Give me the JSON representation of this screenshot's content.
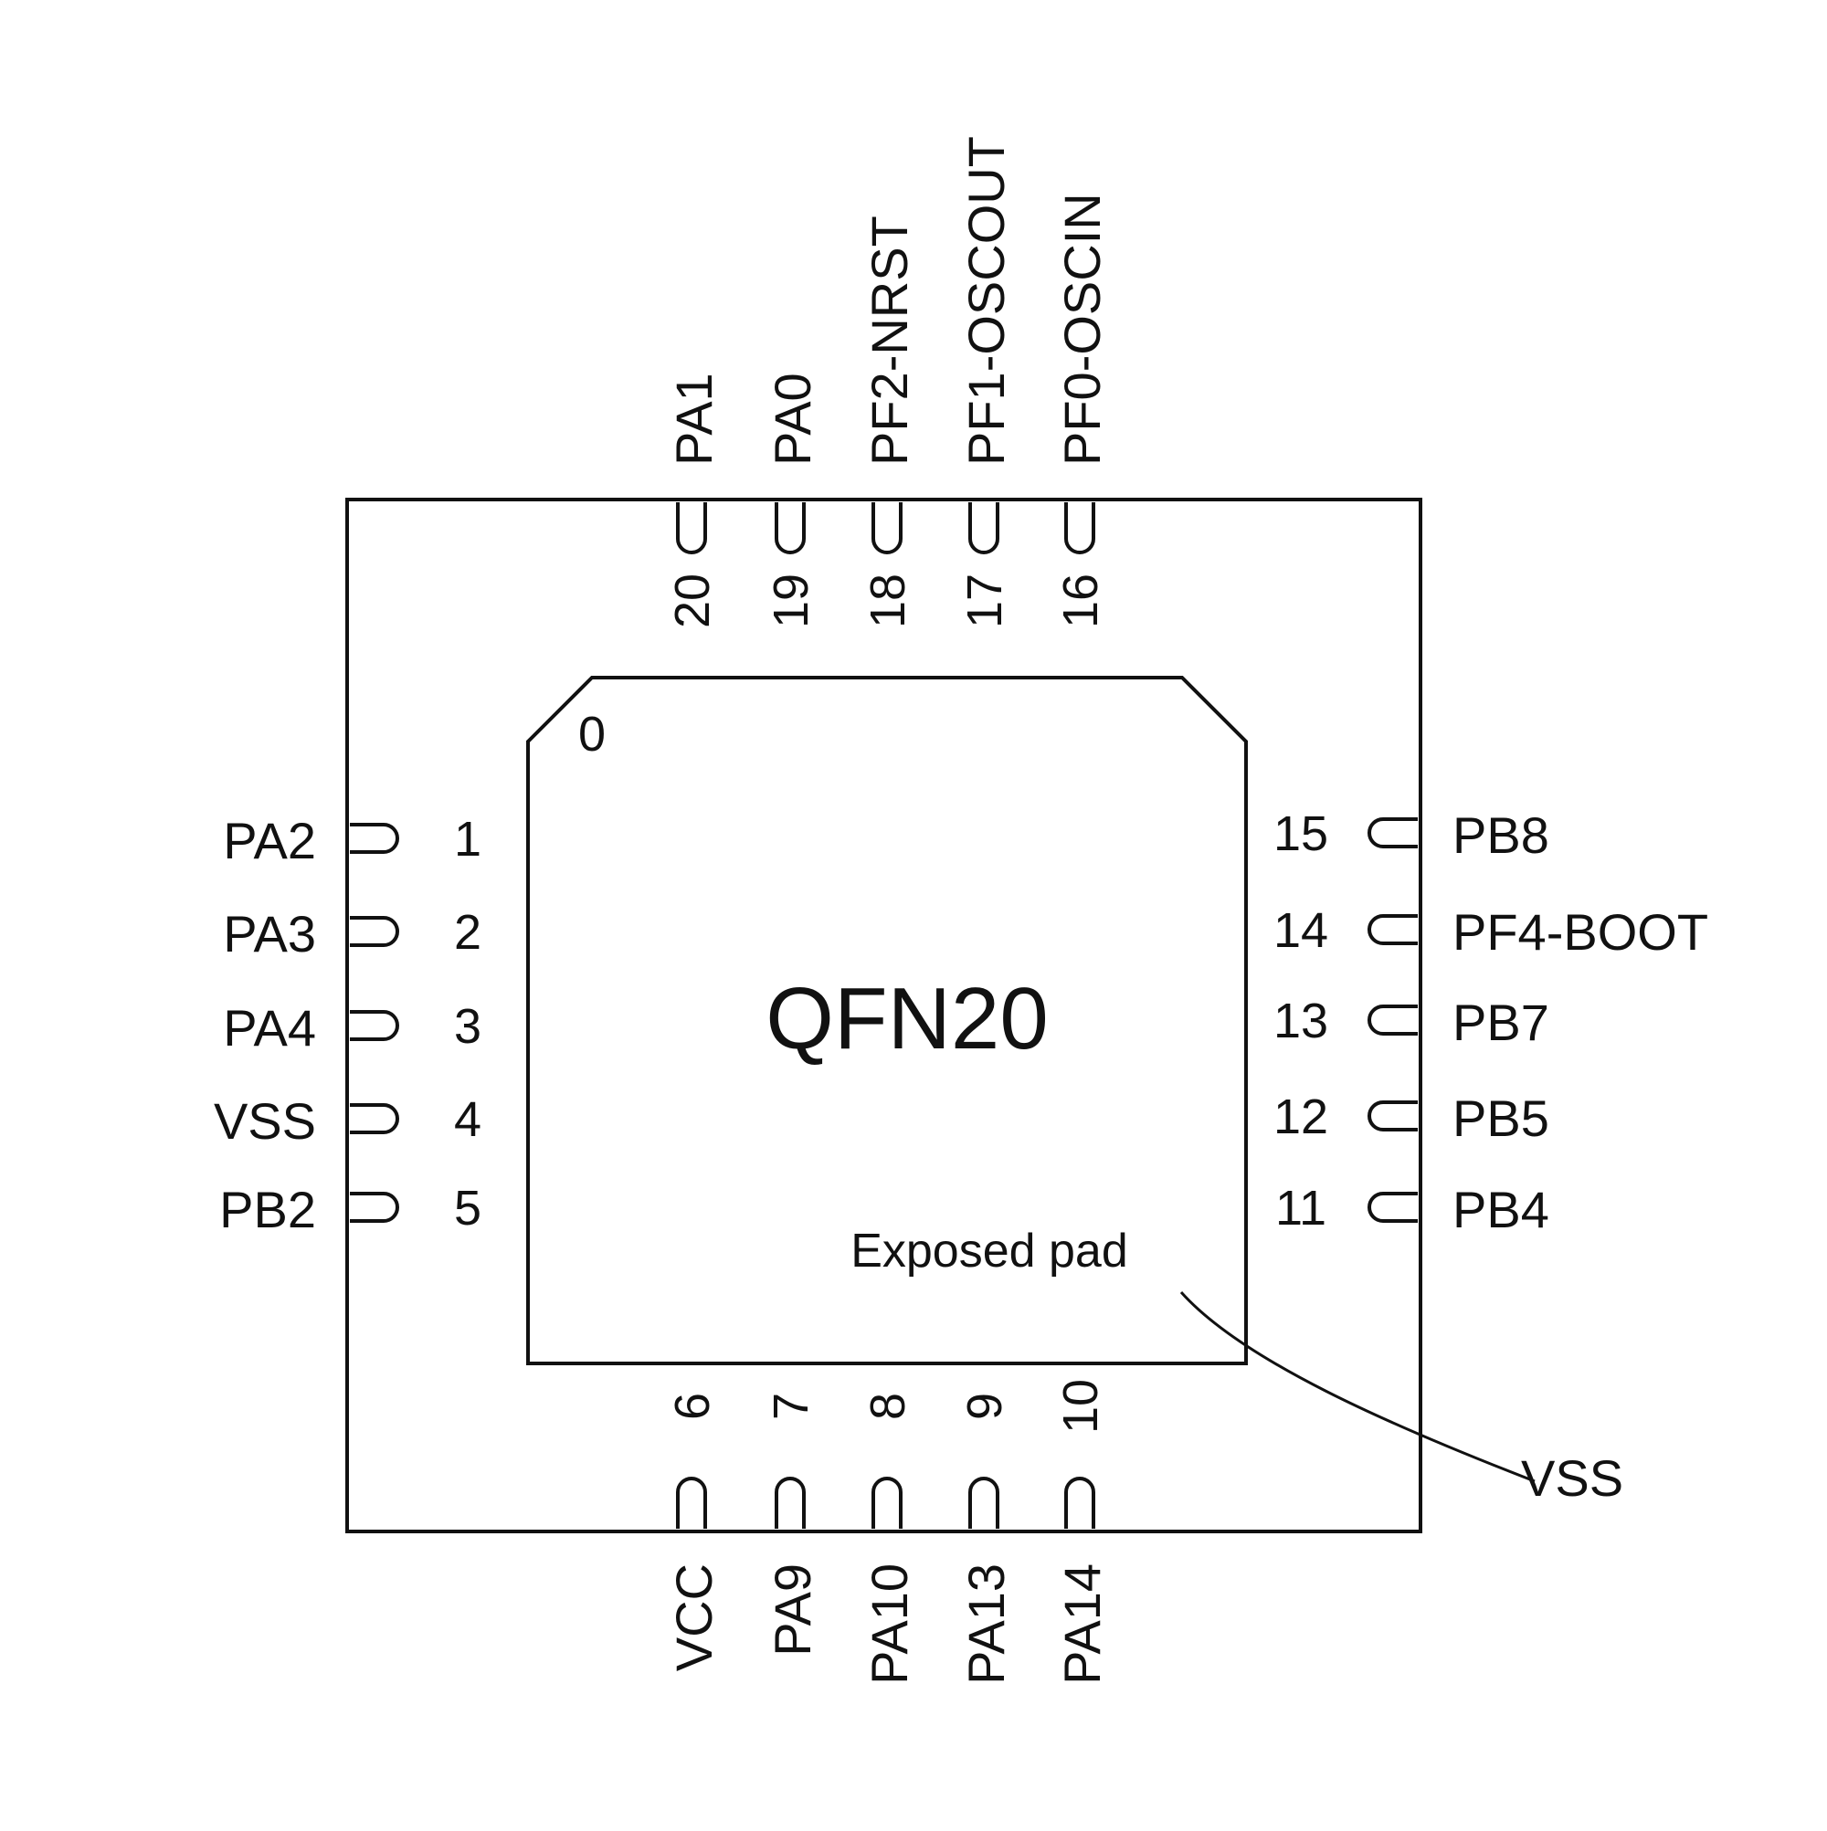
{
  "package": {
    "name": "QFN20",
    "exposed_pad_label": "Exposed pad",
    "exposed_pad_pin_number": "0",
    "exposed_pad_net": "VSS"
  },
  "pins": {
    "left": [
      {
        "number": "1",
        "name": "PA2"
      },
      {
        "number": "2",
        "name": "PA3"
      },
      {
        "number": "3",
        "name": "PA4"
      },
      {
        "number": "4",
        "name": "VSS"
      },
      {
        "number": "5",
        "name": "PB2"
      }
    ],
    "bottom": [
      {
        "number": "6",
        "name": "VCC"
      },
      {
        "number": "7",
        "name": "PA9"
      },
      {
        "number": "8",
        "name": "PA10"
      },
      {
        "number": "9",
        "name": "PA13"
      },
      {
        "number": "10",
        "name": "PA14"
      }
    ],
    "right": [
      {
        "number": "11",
        "name": "PB4"
      },
      {
        "number": "12",
        "name": "PB5"
      },
      {
        "number": "13",
        "name": "PB7"
      },
      {
        "number": "14",
        "name": "PF4-BOOT"
      },
      {
        "number": "15",
        "name": "PB8"
      }
    ],
    "top": [
      {
        "number": "16",
        "name": "PF0-OSCIN"
      },
      {
        "number": "17",
        "name": "PF1-OSCOUT"
      },
      {
        "number": "18",
        "name": "PF2-NRST"
      },
      {
        "number": "19",
        "name": "PA0"
      },
      {
        "number": "20",
        "name": "PA1"
      }
    ]
  }
}
